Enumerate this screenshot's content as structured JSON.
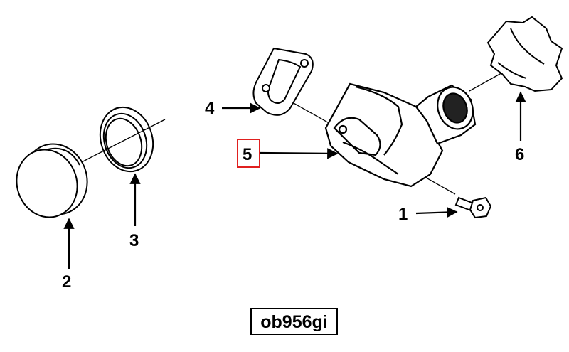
{
  "callouts": {
    "c1": "1",
    "c2": "2",
    "c3": "3",
    "c4": "4",
    "c5": "5",
    "c6": "6"
  },
  "highlighted_callout": "5",
  "highlight_color": "#e0201f",
  "figure_code": "ob956gi",
  "parts": {
    "p1": "bolt-icon",
    "p2": "cap-icon",
    "p3": "o-ring-icon",
    "p4": "gasket-icon",
    "p5": "elbow-housing-icon",
    "p6": "knob-icon"
  }
}
